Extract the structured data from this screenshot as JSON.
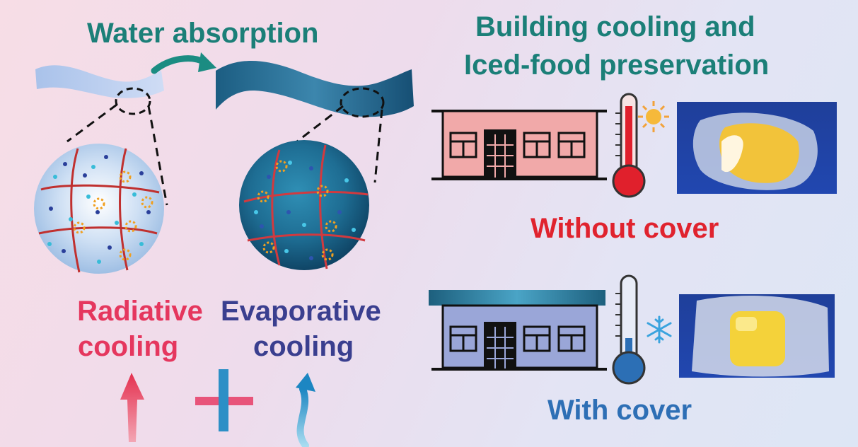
{
  "labels": {
    "water_absorption": "Water absorption",
    "building_line1": "Building cooling and",
    "building_line2": "Iced-food preservation",
    "without_cover": "Without cover",
    "with_cover": "With cover",
    "radiative_line1": "Radiative",
    "radiative_line2": "cooling",
    "evaporative_line1": "Evaporative",
    "evaporative_line2": "cooling"
  },
  "colors": {
    "teal_title": "#1b7f78",
    "red_title": "#e0232e",
    "blue_title": "#2e6fb5",
    "radiative": "#e5375e",
    "evaporative": "#3a3f8f"
  },
  "icons": [
    "sun-icon",
    "snowflake-icon",
    "thermometer-hot-icon",
    "thermometer-cold-icon",
    "plus-icon",
    "up-arrow-icon",
    "curved-arrow-icon"
  ]
}
